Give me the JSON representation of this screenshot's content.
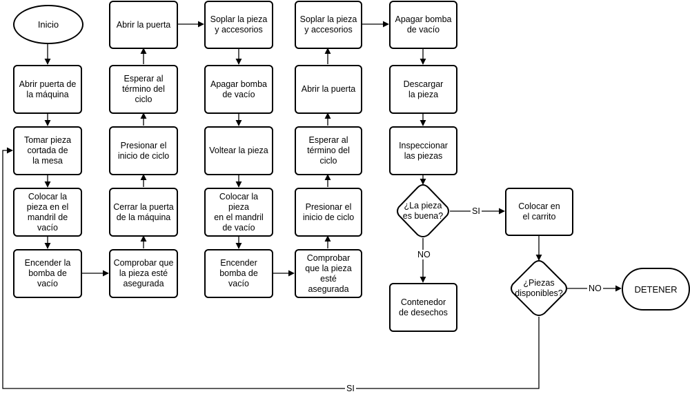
{
  "nodes": {
    "inicio": "Inicio",
    "abrir_puerta_maquina": "Abrir puerta de\nla máquina",
    "tomar_pieza": "Tomar pieza\ncortada de\nla mesa",
    "colocar_pieza_mandril_1": "Colocar la\npieza en el\nmandril de vacío",
    "encender_bomba_1": "Encender la\nbomba de vacío",
    "comprobar_pieza_1": "Comprobar que\nla pieza esté\nasegurada",
    "cerrar_puerta": "Cerrar la puerta\nde la máquina",
    "presionar_inicio_1": "Presionar el\ninicio de ciclo",
    "esperar_termino_1": "Esperar al\ntérmino del ciclo",
    "abrir_puerta_1": "Abrir la puerta",
    "soplar_pieza_1": "Soplar la pieza\ny accesorios",
    "apagar_bomba_1": "Apagar bomba\nde vacío",
    "voltear_pieza": "Voltear la pieza",
    "colocar_pieza_mandril_2": "Colocar la pieza\nen el mandril\nde vacío",
    "encender_bomba_2": "Encender\nbomba de vacío",
    "comprobar_pieza_2": "Comprobar\nque la pieza\nesté asegurada",
    "presionar_inicio_2": "Presionar el\ninicio de ciclo",
    "esperar_termino_2": "Esperar al\ntérmino del ciclo",
    "abrir_puerta_2": "Abrir la puerta",
    "soplar_pieza_2": "Soplar la pieza\ny accesorios",
    "apagar_bomba_2": "Apagar bomba\nde vacío",
    "descargar_pieza": "Descargar\nla pieza",
    "inspeccionar_piezas": "Inspeccionar\nlas piezas",
    "decision_pieza_buena": "¿La pieza\nes buena?",
    "colocar_carrito": "Colocar en\nel carrito",
    "contenedor_desechos": "Contenedor\nde desechos",
    "decision_piezas_disponibles": "¿Piezas\ndisponibles?",
    "detener": "DETENER"
  },
  "edge_labels": {
    "si_buena": "SI",
    "no_buena": "NO",
    "no_disponibles": "NO",
    "si_disponibles": "SI"
  }
}
